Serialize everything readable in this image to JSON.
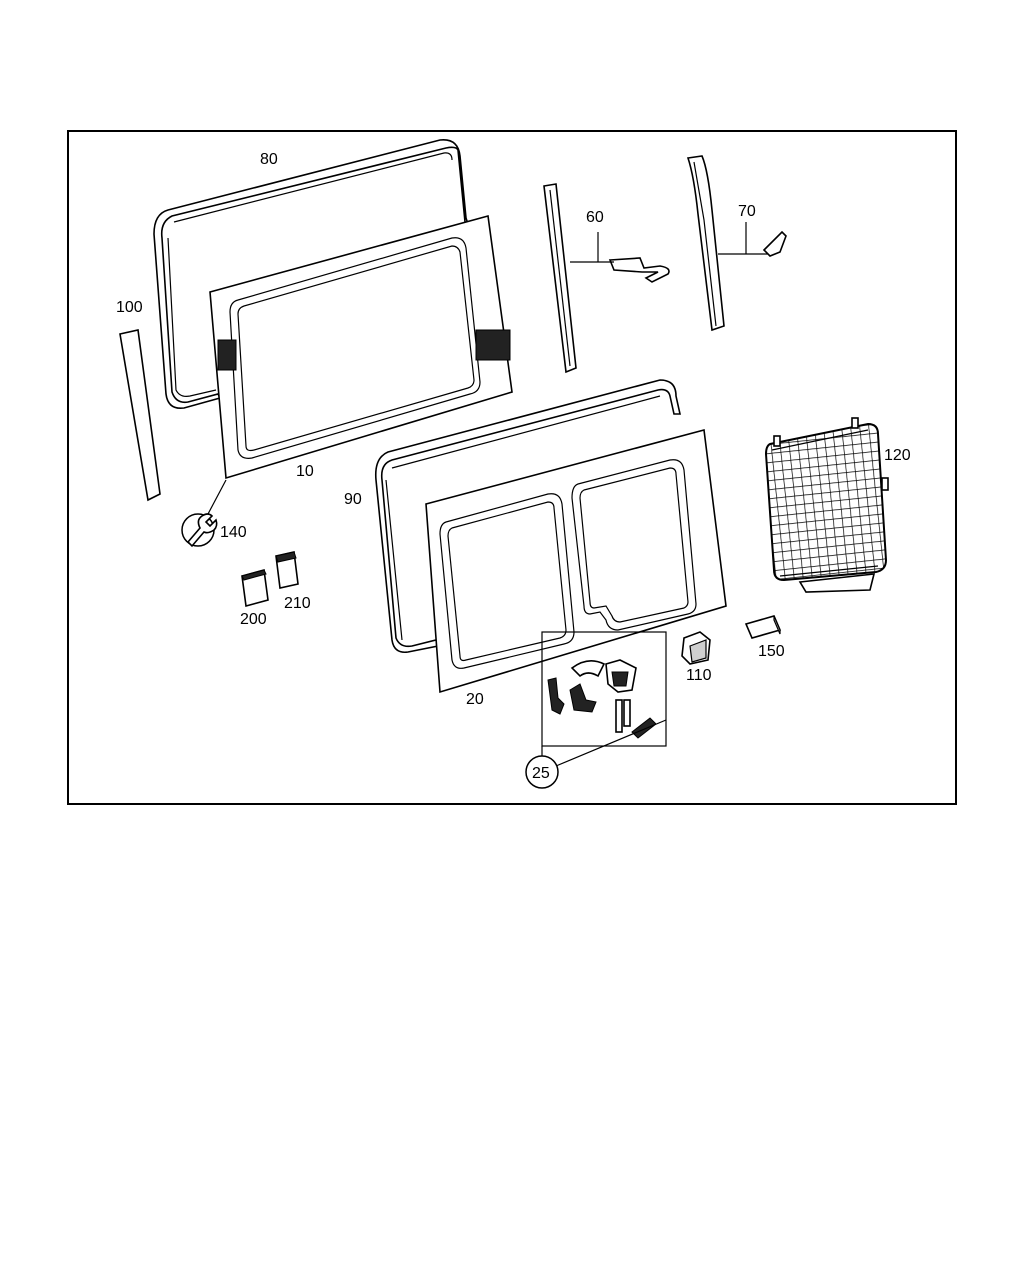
{
  "callouts": {
    "p10": "10",
    "p20": "20",
    "p25": "25",
    "p60": "60",
    "p70": "70",
    "p80": "80",
    "p90": "90",
    "p100": "100",
    "p110": "110",
    "p120": "120",
    "p140": "140",
    "p150": "150",
    "p200": "200",
    "p210": "210"
  },
  "icons": {
    "p140": "wrench-icon"
  }
}
